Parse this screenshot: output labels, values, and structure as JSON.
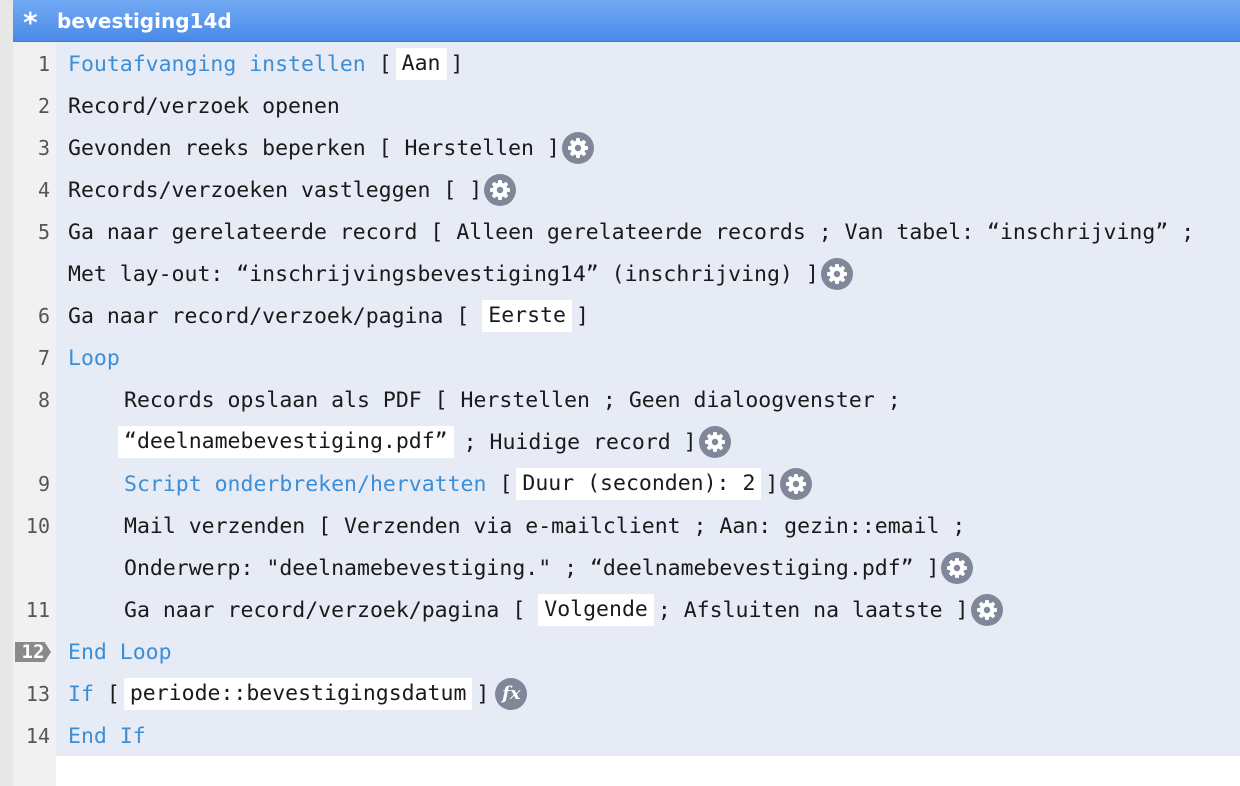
{
  "window": {
    "title": "bevestiging14d",
    "modified_marker": "*"
  },
  "lines": {
    "l1": {
      "num": "1",
      "a": "Foutafvanging instellen",
      "b": "[",
      "c": "Aan",
      "d": "]"
    },
    "l2": {
      "num": "2",
      "a": "Record/verzoek openen"
    },
    "l3": {
      "num": "3",
      "a": "Gevonden reeks beperken [ Herstellen ]"
    },
    "l4": {
      "num": "4",
      "a": "Records/verzoeken vastleggen [ ]"
    },
    "l5": {
      "num": "5",
      "a": "Ga naar gerelateerde record [ Alleen gerelateerde records ; Van tabel: “inschrijving” ;",
      "b": "Met lay-out: “inschrijvingsbevestiging14” (inschrijving) ]"
    },
    "l6": {
      "num": "6",
      "a": "Ga naar record/verzoek/pagina [",
      "c": "Eerste",
      "d": "]"
    },
    "l7": {
      "num": "7",
      "a": "Loop"
    },
    "l8": {
      "num": "8",
      "a": "Records opslaan als PDF [ Herstellen ; Geen dialoogvenster ;",
      "c": "“deelnamebevestiging.pdf”",
      "d": "; Huidige record ]"
    },
    "l9": {
      "num": "9",
      "a": "Script onderbreken/hervatten",
      "b": "[",
      "c": "Duur (seconden): 2",
      "d": "]"
    },
    "l10": {
      "num": "10",
      "a": "Mail verzenden [ Verzenden via e-mailclient ; Aan: gezin::email ;",
      "b": "Onderwerp: \"deelnamebevestiging.\" ; “deelnamebevestiging.pdf” ]"
    },
    "l11": {
      "num": "11",
      "a": "Ga naar record/verzoek/pagina [",
      "c": "Volgende",
      "d": "; Afsluiten na laatste ]"
    },
    "l12": {
      "num": "12",
      "a": "End Loop"
    },
    "l13": {
      "num": "13",
      "a": "If",
      "b": "[",
      "c": "periode::bevestigingsdatum",
      "d": "]"
    },
    "l14": {
      "num": "14",
      "a": "End If"
    }
  },
  "current_line": 12,
  "colors": {
    "keyword": "#3b8ed8",
    "title_bar": "#5b97ee",
    "script_bg": "#e6ebf5"
  },
  "icons": {
    "step_options": "gear-icon",
    "calculation": "fx-icon",
    "fx_label": "fx"
  }
}
